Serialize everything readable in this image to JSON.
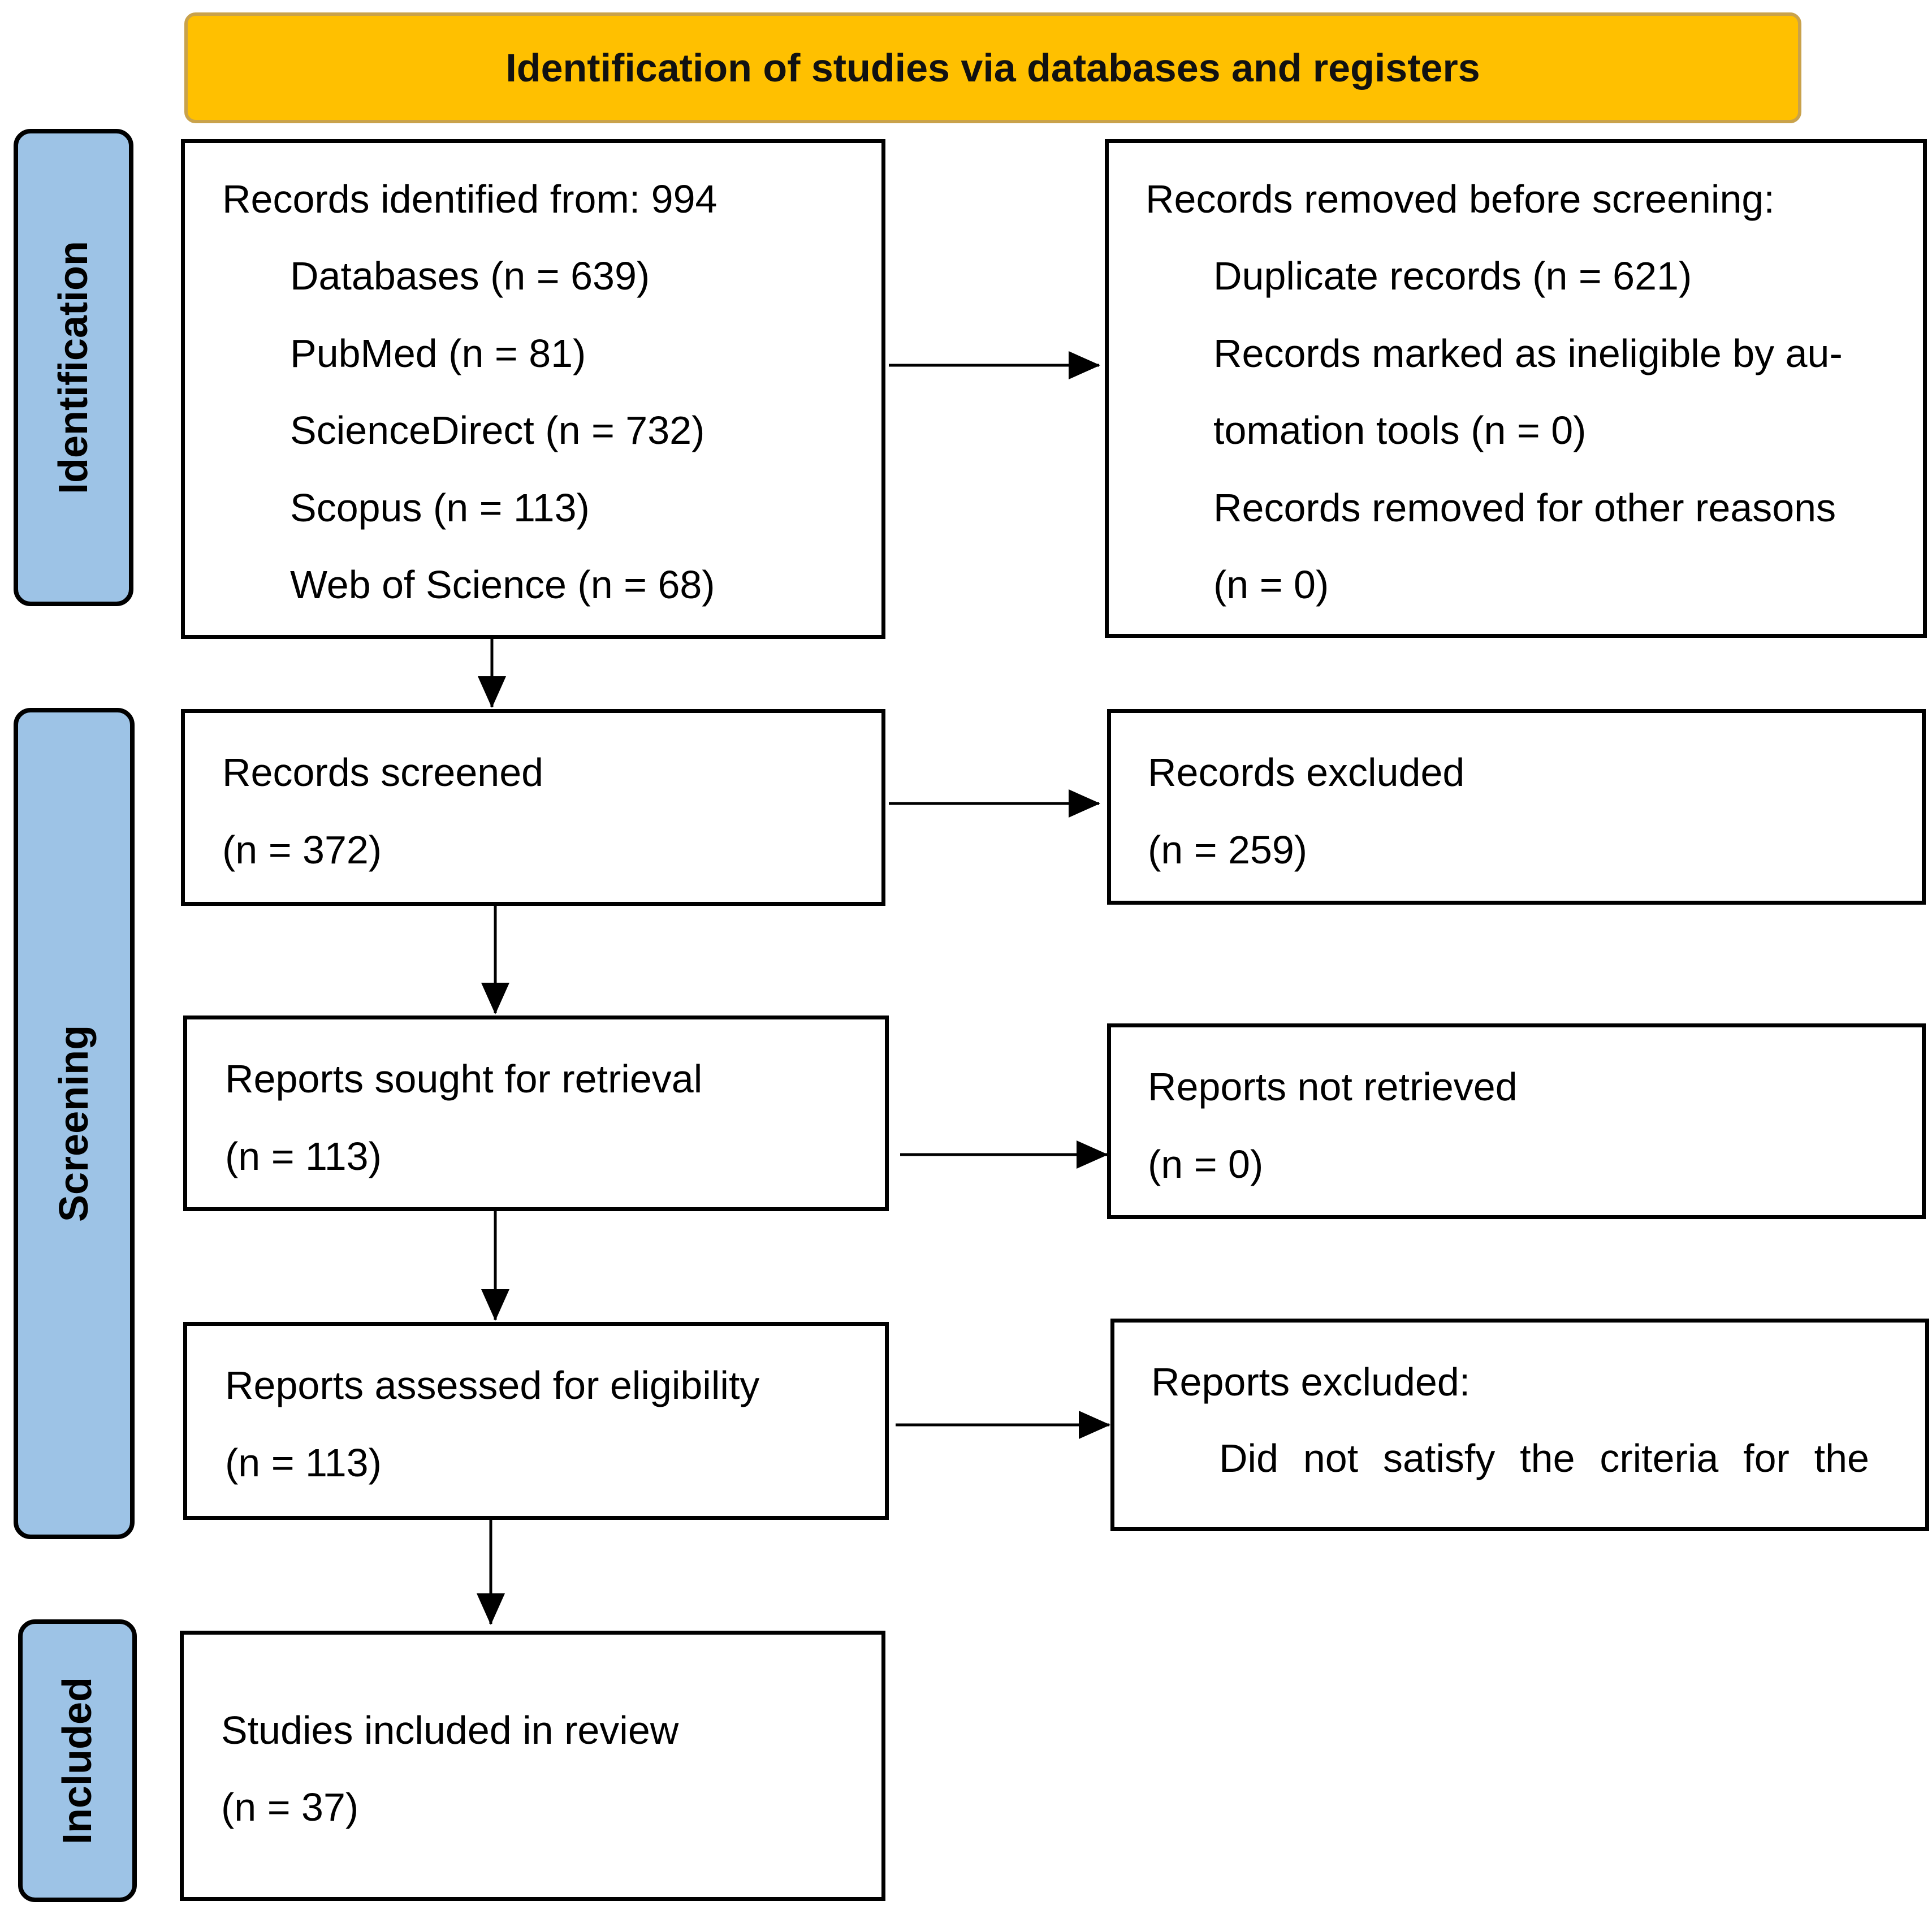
{
  "banner": {
    "title": "Identification of studies via databases and registers"
  },
  "stages": {
    "identification": "Identification",
    "screening": "Screening",
    "included": "Included"
  },
  "identified": {
    "heading": "Records identified from: 994",
    "items": [
      "Databases (n = 639)",
      "PubMed (n = 81)",
      "ScienceDirect (n = 732)",
      "Scopus (n = 113)",
      "Web of Science (n = 68)"
    ]
  },
  "removed": {
    "heading": "Records removed before screening:",
    "lines": [
      "Duplicate records (n = 621)",
      "Records marked as ineligible by au-",
      "tomation tools (n = 0)",
      "Records removed for other reasons",
      "(n = 0)"
    ]
  },
  "screened": {
    "label": "Records screened",
    "count": "(n = 372)"
  },
  "excluded": {
    "label": "Records excluded",
    "count": "(n = 259)"
  },
  "sought": {
    "label": "Reports sought for retrieval",
    "count": "(n = 113)"
  },
  "not_retrieved": {
    "label": "Reports not retrieved",
    "count": "(n = 0)"
  },
  "assessed": {
    "label": "Reports assessed for eligibility",
    "count": "(n = 113)"
  },
  "reports_excluded": {
    "heading": "Reports excluded:",
    "reason": "Did not satisfy the criteria for the"
  },
  "included": {
    "label": "Studies included in review",
    "count": "(n = 37)"
  }
}
